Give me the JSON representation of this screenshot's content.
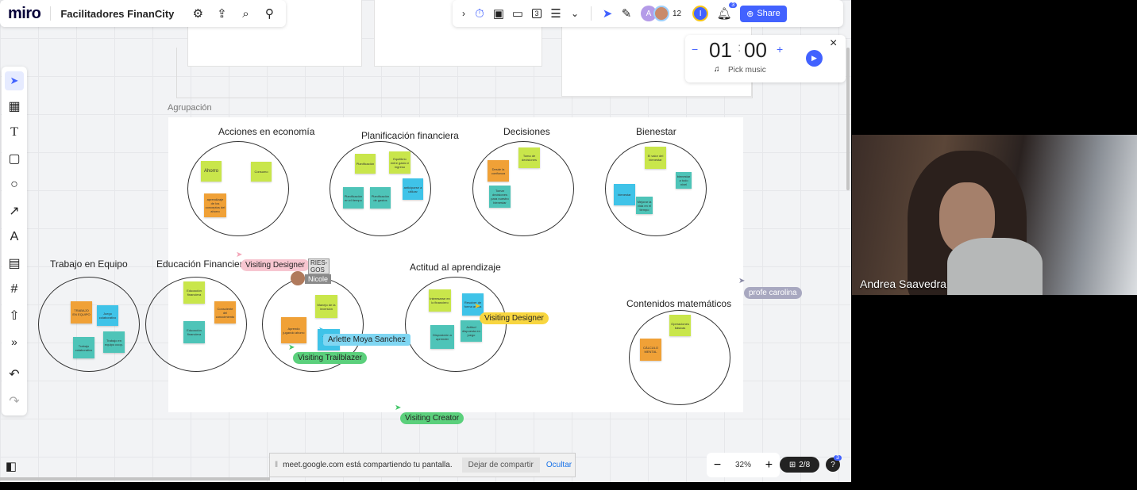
{
  "app": {
    "logo": "miro",
    "board_name": "Facilitadores FinanCity",
    "share_label": "Share",
    "collab_count": "12",
    "notif_count": "3",
    "timer_badge": "3",
    "avatar_a": "A",
    "avatar_user": "I"
  },
  "timer": {
    "minutes": "01",
    "seconds": "00",
    "sep": ":",
    "music": "Pick music",
    "minus": "−",
    "plus": "+",
    "close": "×"
  },
  "frame": {
    "label": "Agrupación"
  },
  "groups": [
    {
      "title": "Acciones en economía"
    },
    {
      "title": "Planificación financiera"
    },
    {
      "title": "Decisiones"
    },
    {
      "title": "Bienestar"
    },
    {
      "title": "Trabajo en Equipo"
    },
    {
      "title": "Educación Financiera"
    },
    {
      "title": "Actitud al aprendizaje"
    },
    {
      "title": "Contenidos matemáticos"
    }
  ],
  "stickies": {
    "ahorro": "Ahorro",
    "consumo": "Consumo",
    "aprendizaje": "aprendizaje de los conceptos del ahorro",
    "planif": "Planificación",
    "equilibrio": "Equilibrio entre gasto e ingreso",
    "anticipar": "anticiparse a utilizar",
    "planif2": "Planificación en el tiempo",
    "planif3": "Planificación de gastos",
    "toma": "Toma de decisiones",
    "desde": "Desde la confianza",
    "tomar": "Tomar decisiones para nuestro bienestar",
    "el_valor": "El valor del bienestar",
    "bienestar": "bienestar",
    "bien": "bienestar a todo nivel",
    "mejora": "Mejorar la vida en el tiempo",
    "trabajo_eq": "TRABAJO EN EQUIPO",
    "juego": "Juego colaborativo",
    "trabajo_col": "Trabajo colaborativo",
    "trabajo_coop": "Trabajo en equipo coop.",
    "educ1": "Educación financiera",
    "cons": "Consciente del conocimiento",
    "educ2": "Educación financiera",
    "manejo": "Manejo de la inversión",
    "aprendo": "Aprendo jugando ahorro",
    "interes": "Interesarse en lo financiero",
    "resolver": "Resolver de forma activa",
    "actitud": "Actitud dispuesta en juego",
    "disp": "Disposición a aprender",
    "operaciones": "Operaciones básicas",
    "calculo": "CÁLCULO MENTAL"
  },
  "cursors": {
    "designer1": "Visiting Designer",
    "designer2": "Visiting Designer",
    "arlette": "Arlette Moya Sanchez",
    "trailblazer": "Visiting Trailblazer",
    "creator": "Visiting Creator",
    "profe": "profe carolina",
    "nicole": "Nicole",
    "ries": "RIES-\nGOS"
  },
  "share_bar": {
    "text": "meet.google.com está compartiendo tu pantalla.",
    "stop": "Dejar de compartir",
    "hide": "Ocultar"
  },
  "zoom": {
    "minus": "−",
    "value": "32%",
    "plus": "+",
    "pages": "2/8",
    "help_badge": "3"
  },
  "video": {
    "name": "Andrea Saavedra"
  }
}
